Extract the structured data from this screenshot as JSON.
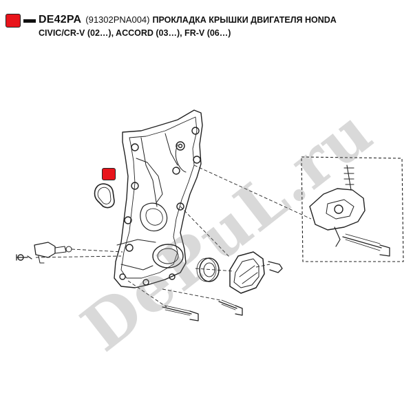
{
  "header": {
    "code": "DE42PA",
    "part_number": "(91302PNA004)",
    "title_line1": "ПРОКЛАДКА КРЫШКИ ДВИГАТЕЛЯ HONDA",
    "title_line2": "CIVIC/CR-V (02…), ACCORD (03…), FR-V (06…)"
  },
  "watermark": {
    "text": "DePuL.ru"
  },
  "colors": {
    "accent": "#e8141b",
    "line": "#222222",
    "watermark": "#9a9a9a"
  }
}
